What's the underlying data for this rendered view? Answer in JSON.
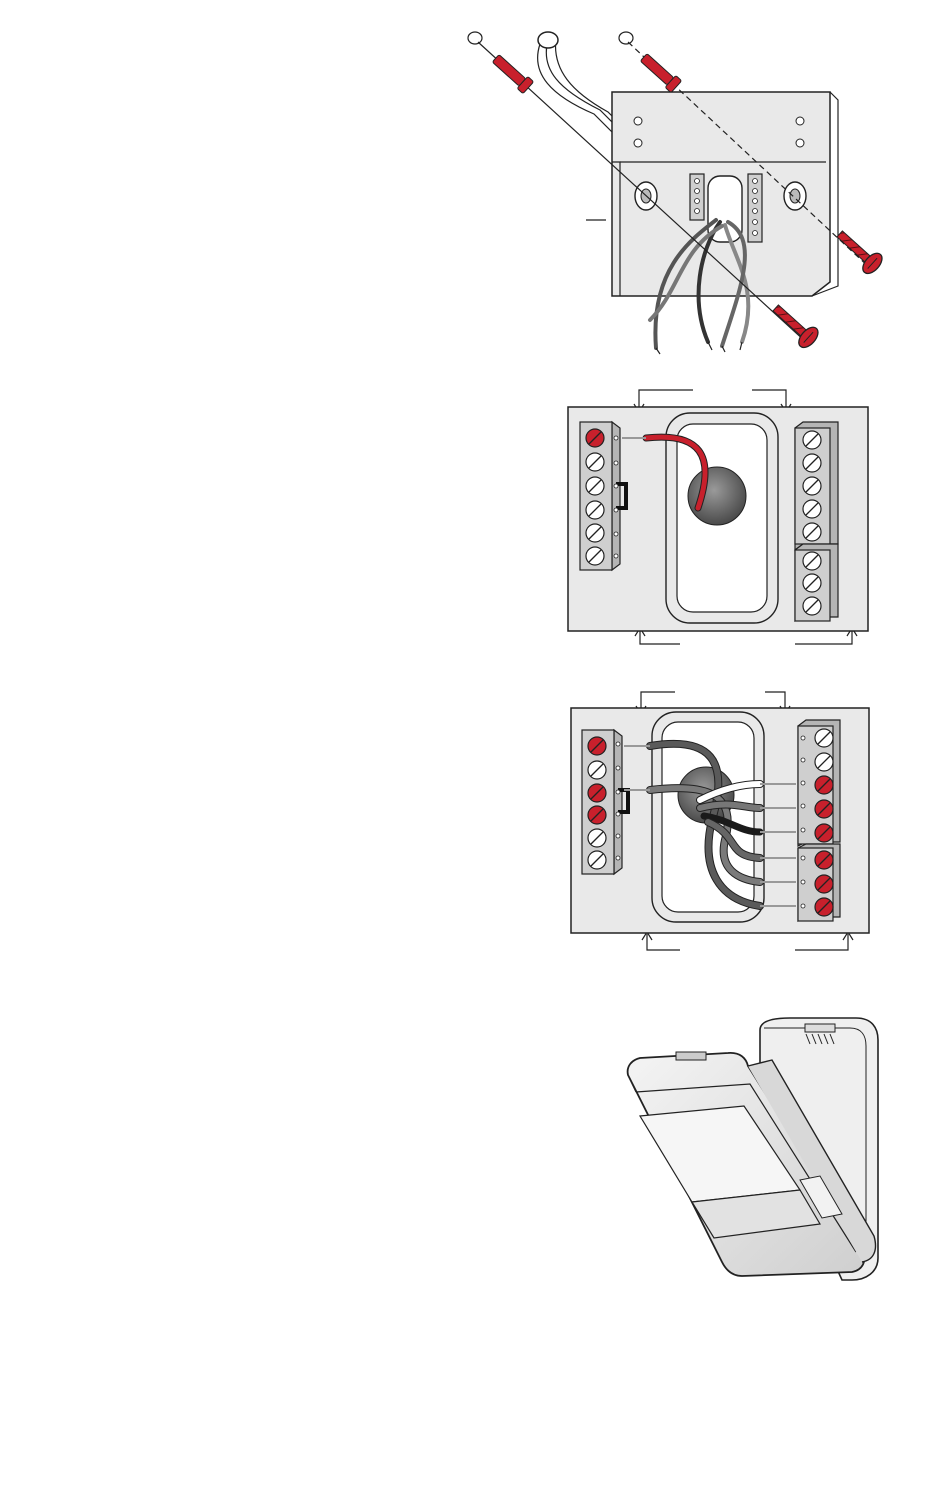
{
  "colors": {
    "accent": "#c8202c",
    "plate": "#e9e9e9",
    "terminal_strip": "#cfcfcf",
    "wire_dark": "#5a5a5a",
    "wire_white": "#ffffff",
    "wire_black": "#1a1a1a"
  },
  "figures": [
    {
      "id": "mount-wallplate",
      "icons": [
        "wall-anchor-icon",
        "red-screw-icon",
        "wire-bundle-icon"
      ]
    },
    {
      "id": "single-wire-connection",
      "icons": [
        "terminal-screw-icon",
        "jumper-icon",
        "red-wire-icon"
      ]
    },
    {
      "id": "multi-wire-connection",
      "icons": [
        "terminal-screw-icon",
        "jumper-icon",
        "wire-icon"
      ]
    },
    {
      "id": "attach-thermostat",
      "icons": [
        "thermostat-body-icon",
        "wallplate-icon"
      ]
    }
  ]
}
